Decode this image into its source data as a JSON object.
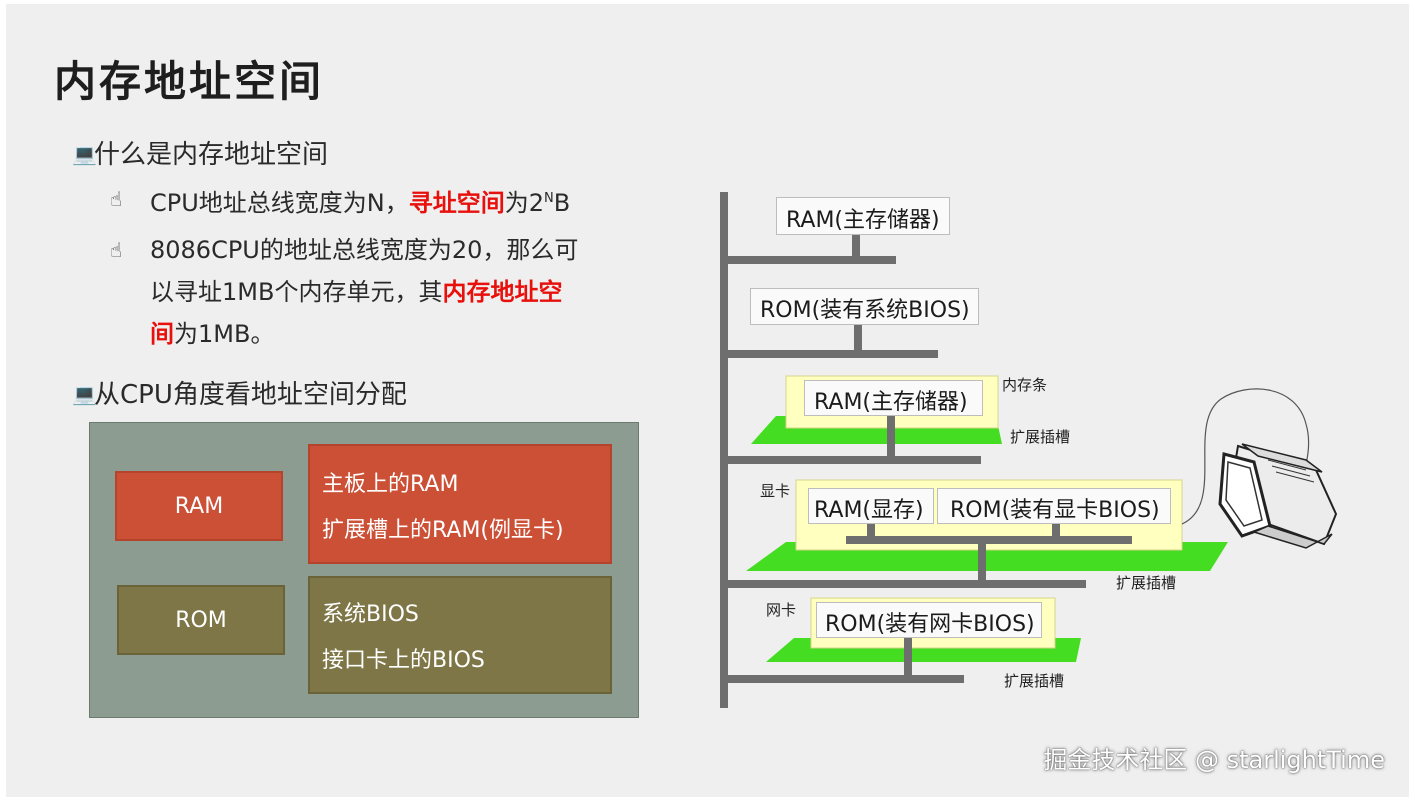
{
  "title": "内存地址空间",
  "bullets": {
    "b1": "什么是内存地址空间",
    "b1_1_a": "CPU地址总线宽度为N，",
    "b1_1_red": "寻址空间",
    "b1_1_b": "为2",
    "b1_1_sup": "N",
    "b1_1_c": "B",
    "b1_2_line1": "8086CPU的地址总线宽度为20，那么可",
    "b1_2_line2_a": "以寻址1MB个内存单元，其",
    "b1_2_line2_red": "内存地址空",
    "b1_3_red": "间",
    "b1_3_b": "为1MB。",
    "b2": "从CPU角度看地址空间分配"
  },
  "mapping": {
    "ram": "RAM",
    "rom": "ROM",
    "ram_items": [
      "主板上的RAM",
      "扩展槽上的RAM(例显卡)"
    ],
    "rom_items": [
      "系统BIOS",
      "接口卡上的BIOS"
    ]
  },
  "hardware": {
    "ram_main": "RAM(主存储器)",
    "rom_bios": "ROM(装有系统BIOS)",
    "ram_stick": "RAM(主存储器)",
    "mem_stick_label": "内存条",
    "slot1": "扩展插槽",
    "vga_label": "显卡",
    "vram": "RAM(显存)",
    "vga_rom": "ROM(装有显卡BIOS)",
    "slot2": "扩展插槽",
    "nic_label": "网卡",
    "nic_rom": "ROM(装有网卡BIOS)",
    "slot3": "扩展插槽"
  },
  "watermark": "掘金技术社区 @ starlightTime",
  "colors": {
    "red_block": "#cb5036",
    "olive_block": "#7e7646",
    "map_bg": "#8c9c90",
    "slot_green": "#44dd22",
    "card_yellow": "#ffffc0",
    "bus_gray": "#6e6e6e",
    "highlight_red": "#e8100c"
  },
  "icons": {
    "level1": "computer-icon",
    "level2": "mouse-hand-icon"
  }
}
